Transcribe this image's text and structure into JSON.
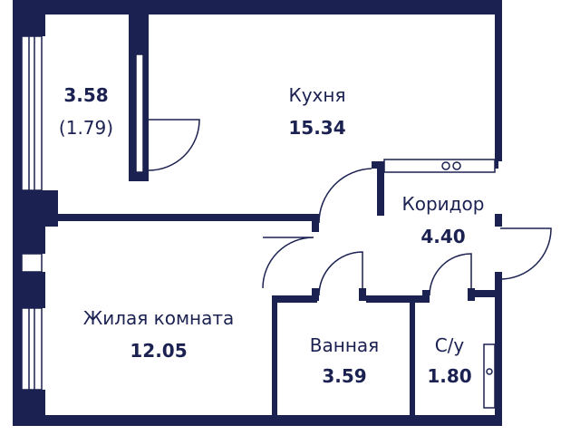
{
  "plan": {
    "wall_color": "#1b2150",
    "rooms": [
      {
        "id": "balcony",
        "area": "3.58",
        "area_reduced": "(1.79)"
      },
      {
        "id": "kitchen",
        "name": "Кухня",
        "area": "15.34"
      },
      {
        "id": "corridor",
        "name": "Коридор",
        "area": "4.40"
      },
      {
        "id": "living",
        "name": "Жилая комната",
        "area": "12.05"
      },
      {
        "id": "bathroom",
        "name": "Ванная",
        "area": "3.59"
      },
      {
        "id": "toilet",
        "name": "С/у",
        "area": "1.80"
      }
    ]
  }
}
